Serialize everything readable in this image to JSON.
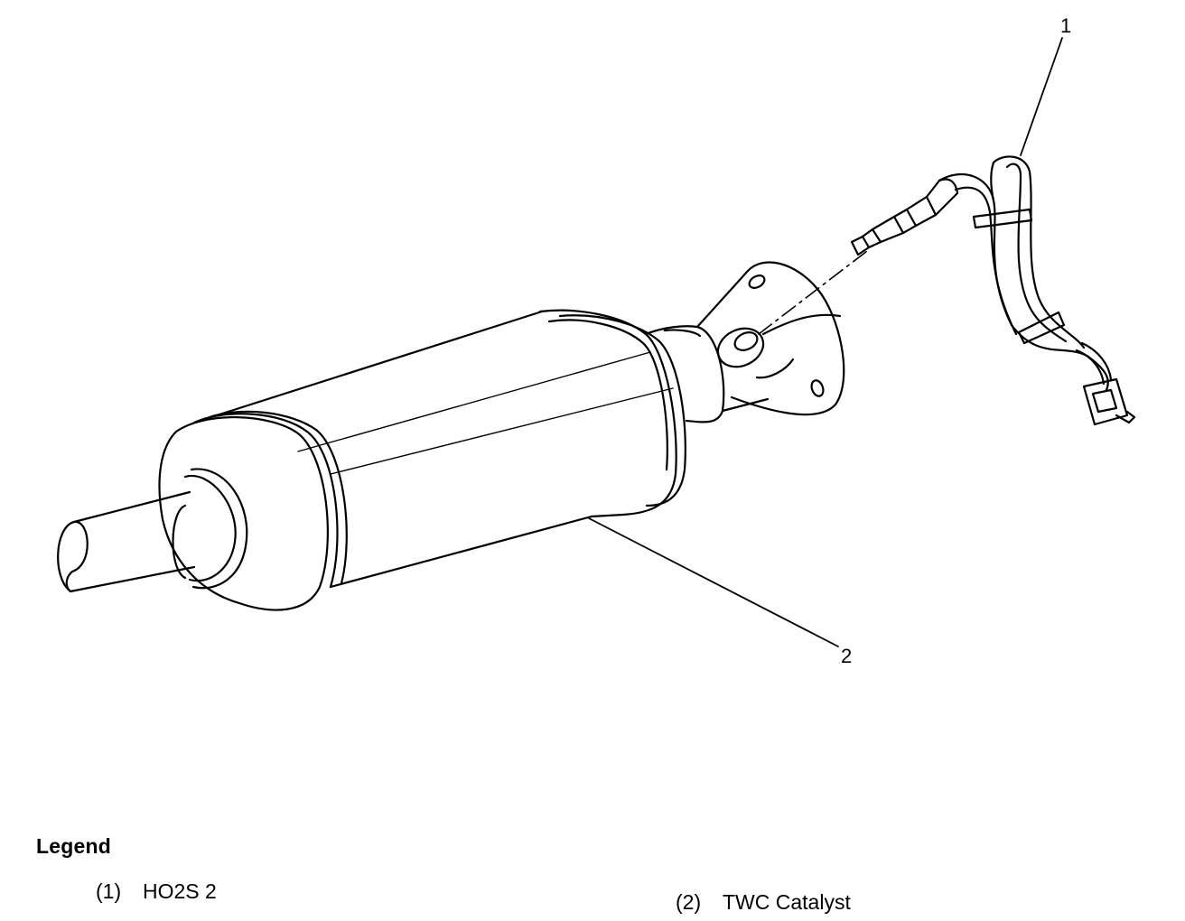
{
  "callouts": {
    "c1": "1",
    "c2": "2"
  },
  "legend": {
    "title": "Legend",
    "items": [
      {
        "number": "(1)",
        "label": "HO2S 2"
      },
      {
        "number": "(2)",
        "label": "TWC Catalyst"
      }
    ]
  }
}
